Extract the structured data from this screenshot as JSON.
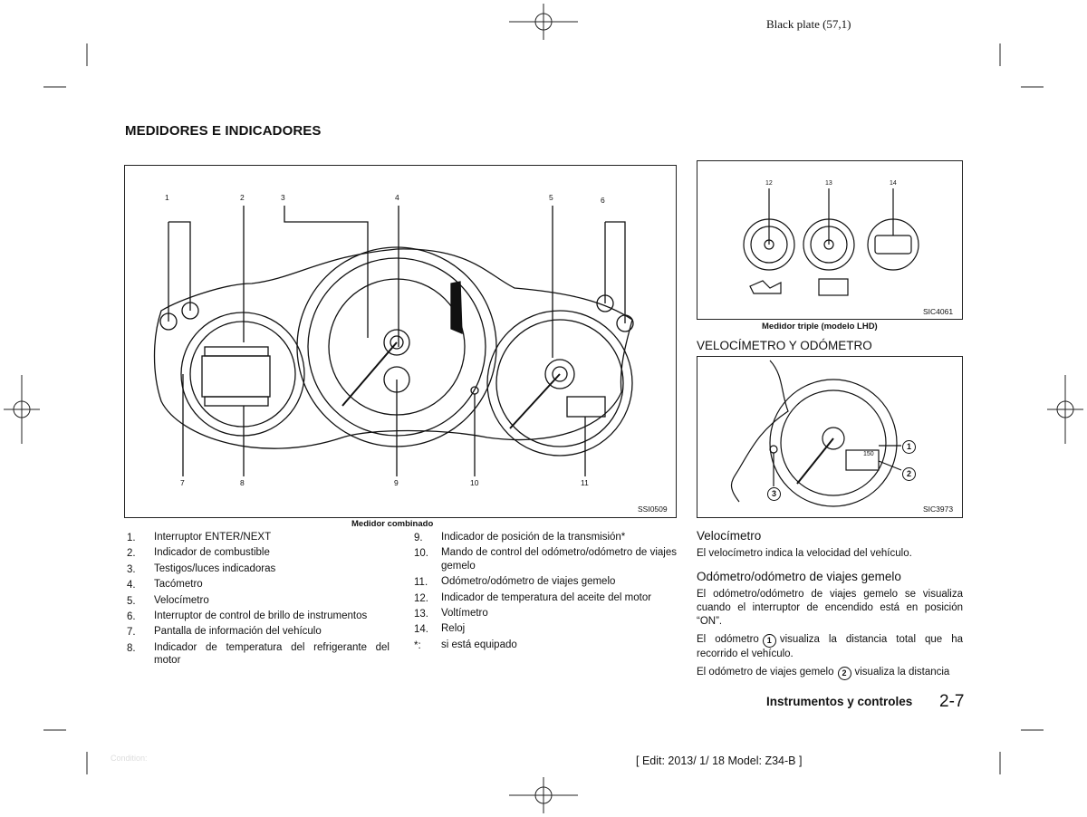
{
  "plate": "Black plate (57,1)",
  "heading": "MEDIDORES E INDICADORES",
  "figure_main": {
    "code": "SSI0509",
    "caption": "Medidor combinado",
    "callouts_top": [
      "1",
      "2",
      "3",
      "4",
      "5",
      "6"
    ],
    "callouts_bottom": [
      "7",
      "8",
      "9",
      "10",
      "11"
    ]
  },
  "figure_triple": {
    "code": "SIC4061",
    "caption": "Medidor triple (modelo LHD)",
    "callouts": [
      "12",
      "13",
      "14"
    ]
  },
  "section_title": "VELOCÍMETRO Y ODÓMETRO",
  "figure_speedo": {
    "code": "SIC3973",
    "callouts": [
      "1",
      "2",
      "3"
    ],
    "display_value": "150"
  },
  "list_left": [
    {
      "num": "1.",
      "text": "Interruptor ENTER/NEXT"
    },
    {
      "num": "2.",
      "text": "Indicador de combustible"
    },
    {
      "num": "3.",
      "text": "Testigos/luces indicadoras"
    },
    {
      "num": "4.",
      "text": "Tacómetro"
    },
    {
      "num": "5.",
      "text": "Velocímetro"
    },
    {
      "num": "6.",
      "text": "Interruptor de control de brillo de instrumentos"
    },
    {
      "num": "7.",
      "text": "Pantalla de información del vehículo"
    },
    {
      "num": "8.",
      "text": "Indicador de temperatura del refrigerante del motor"
    }
  ],
  "list_right": [
    {
      "num": "9.",
      "text": "Indicador de posición de la transmisión*"
    },
    {
      "num": "10.",
      "text": "Mando de control del odómetro/odómetro de viajes gemelo"
    },
    {
      "num": "11.",
      "text": "Odómetro/odómetro de viajes gemelo"
    },
    {
      "num": "12.",
      "text": "Indicador de temperatura del aceite del motor"
    },
    {
      "num": "13.",
      "text": "Voltímetro"
    },
    {
      "num": "14.",
      "text": "Reloj"
    },
    {
      "num": "*:",
      "text": "si está equipado"
    }
  ],
  "velo": {
    "title": "Velocímetro",
    "text": "El velocímetro indica la velocidad del vehículo."
  },
  "odo": {
    "title": "Odómetro/odómetro de viajes gemelo",
    "p1": "El odómetro/odómetro de viajes gemelo se visualiza cuando el interruptor de encendido está en posición “ON”.",
    "p2_a": "El odómetro",
    "p2_num": "1",
    "p2_b": "visualiza la distancia total que ha recorrido el vehículo.",
    "p3_a": "El odómetro de viajes gemelo",
    "p3_num": "2",
    "p3_b": "visualiza la distancia"
  },
  "footer": {
    "section": "Instrumentos y controles",
    "page": "2-7",
    "edit": "[ Edit: 2013/ 1/ 18   Model:  Z34-B ]",
    "faint": "Condition:"
  }
}
